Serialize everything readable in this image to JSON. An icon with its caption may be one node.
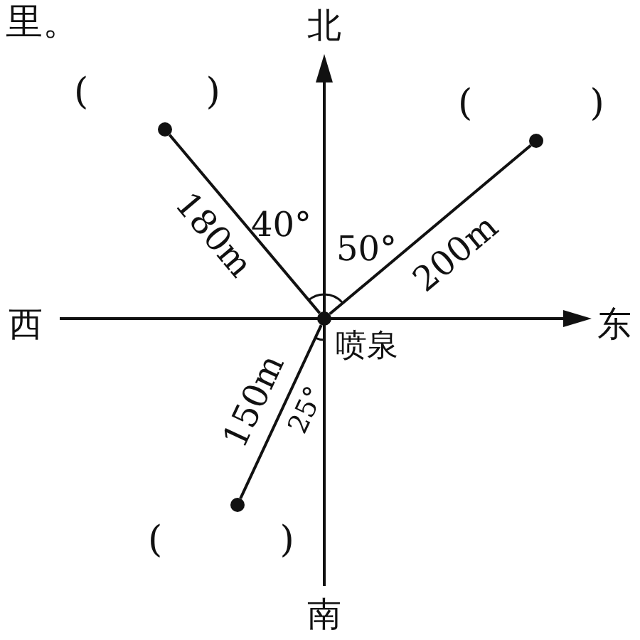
{
  "diagram": {
    "nodes": [
      {
        "text": [],
        "shape": "circle",
        "beside": [
          "喷泉"
        ]
      },
      {
        "text": [],
        "shape": "circle",
        "beside": [
          "(          )"
        ]
      },
      {
        "text": [],
        "shape": "circle",
        "beside": [
          "(          )"
        ]
      },
      {
        "text": [],
        "shape": "circle",
        "beside": [
          "(          )"
        ]
      }
    ],
    "edges": [
      {
        "from": 0,
        "to": 1,
        "arrow": "none",
        "label": "180m"
      },
      {
        "from": 0,
        "to": 2,
        "arrow": "none",
        "label": "200m"
      },
      {
        "from": 0,
        "to": 3,
        "arrow": "none",
        "label": "150m"
      }
    ],
    "labels": [
      "里。",
      "北",
      "40°",
      "50°",
      "西",
      "东",
      "25°",
      "南"
    ]
  }
}
